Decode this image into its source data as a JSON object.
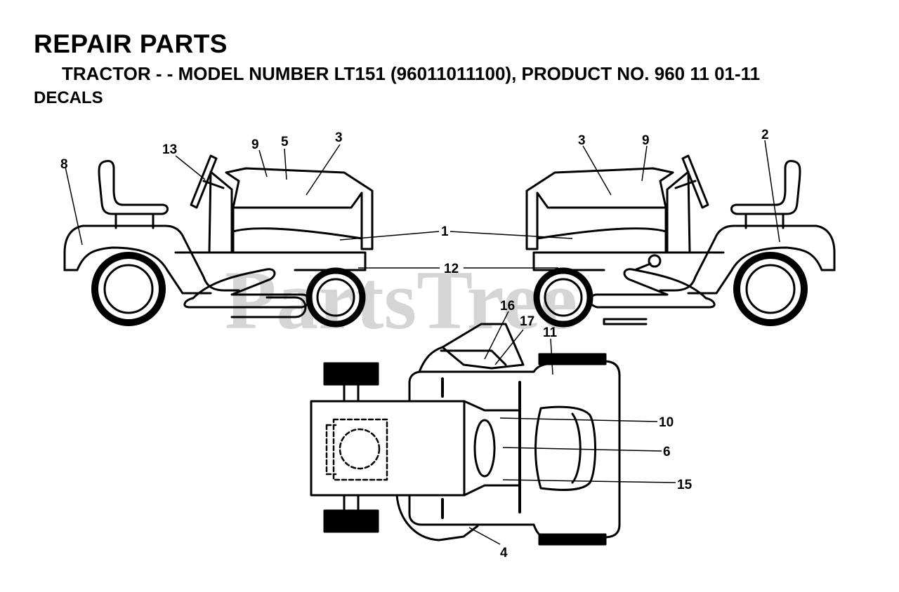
{
  "header": {
    "title": "REPAIR PARTS",
    "subtitle": "TRACTOR - - MODEL NUMBER  LT151 (96011011100), PRODUCT NO. 960 11 01-11",
    "section": "DECALS"
  },
  "watermark": "PartsTree",
  "callouts": {
    "c1": "1",
    "c2": "2",
    "c3a": "3",
    "c3b": "3",
    "c4": "4",
    "c5": "5",
    "c6": "6",
    "c8": "8",
    "c9a": "9",
    "c9b": "9",
    "c10": "10",
    "c11": "11",
    "c12": "12",
    "c13": "13",
    "c15": "15",
    "c16": "16",
    "c17": "17"
  }
}
